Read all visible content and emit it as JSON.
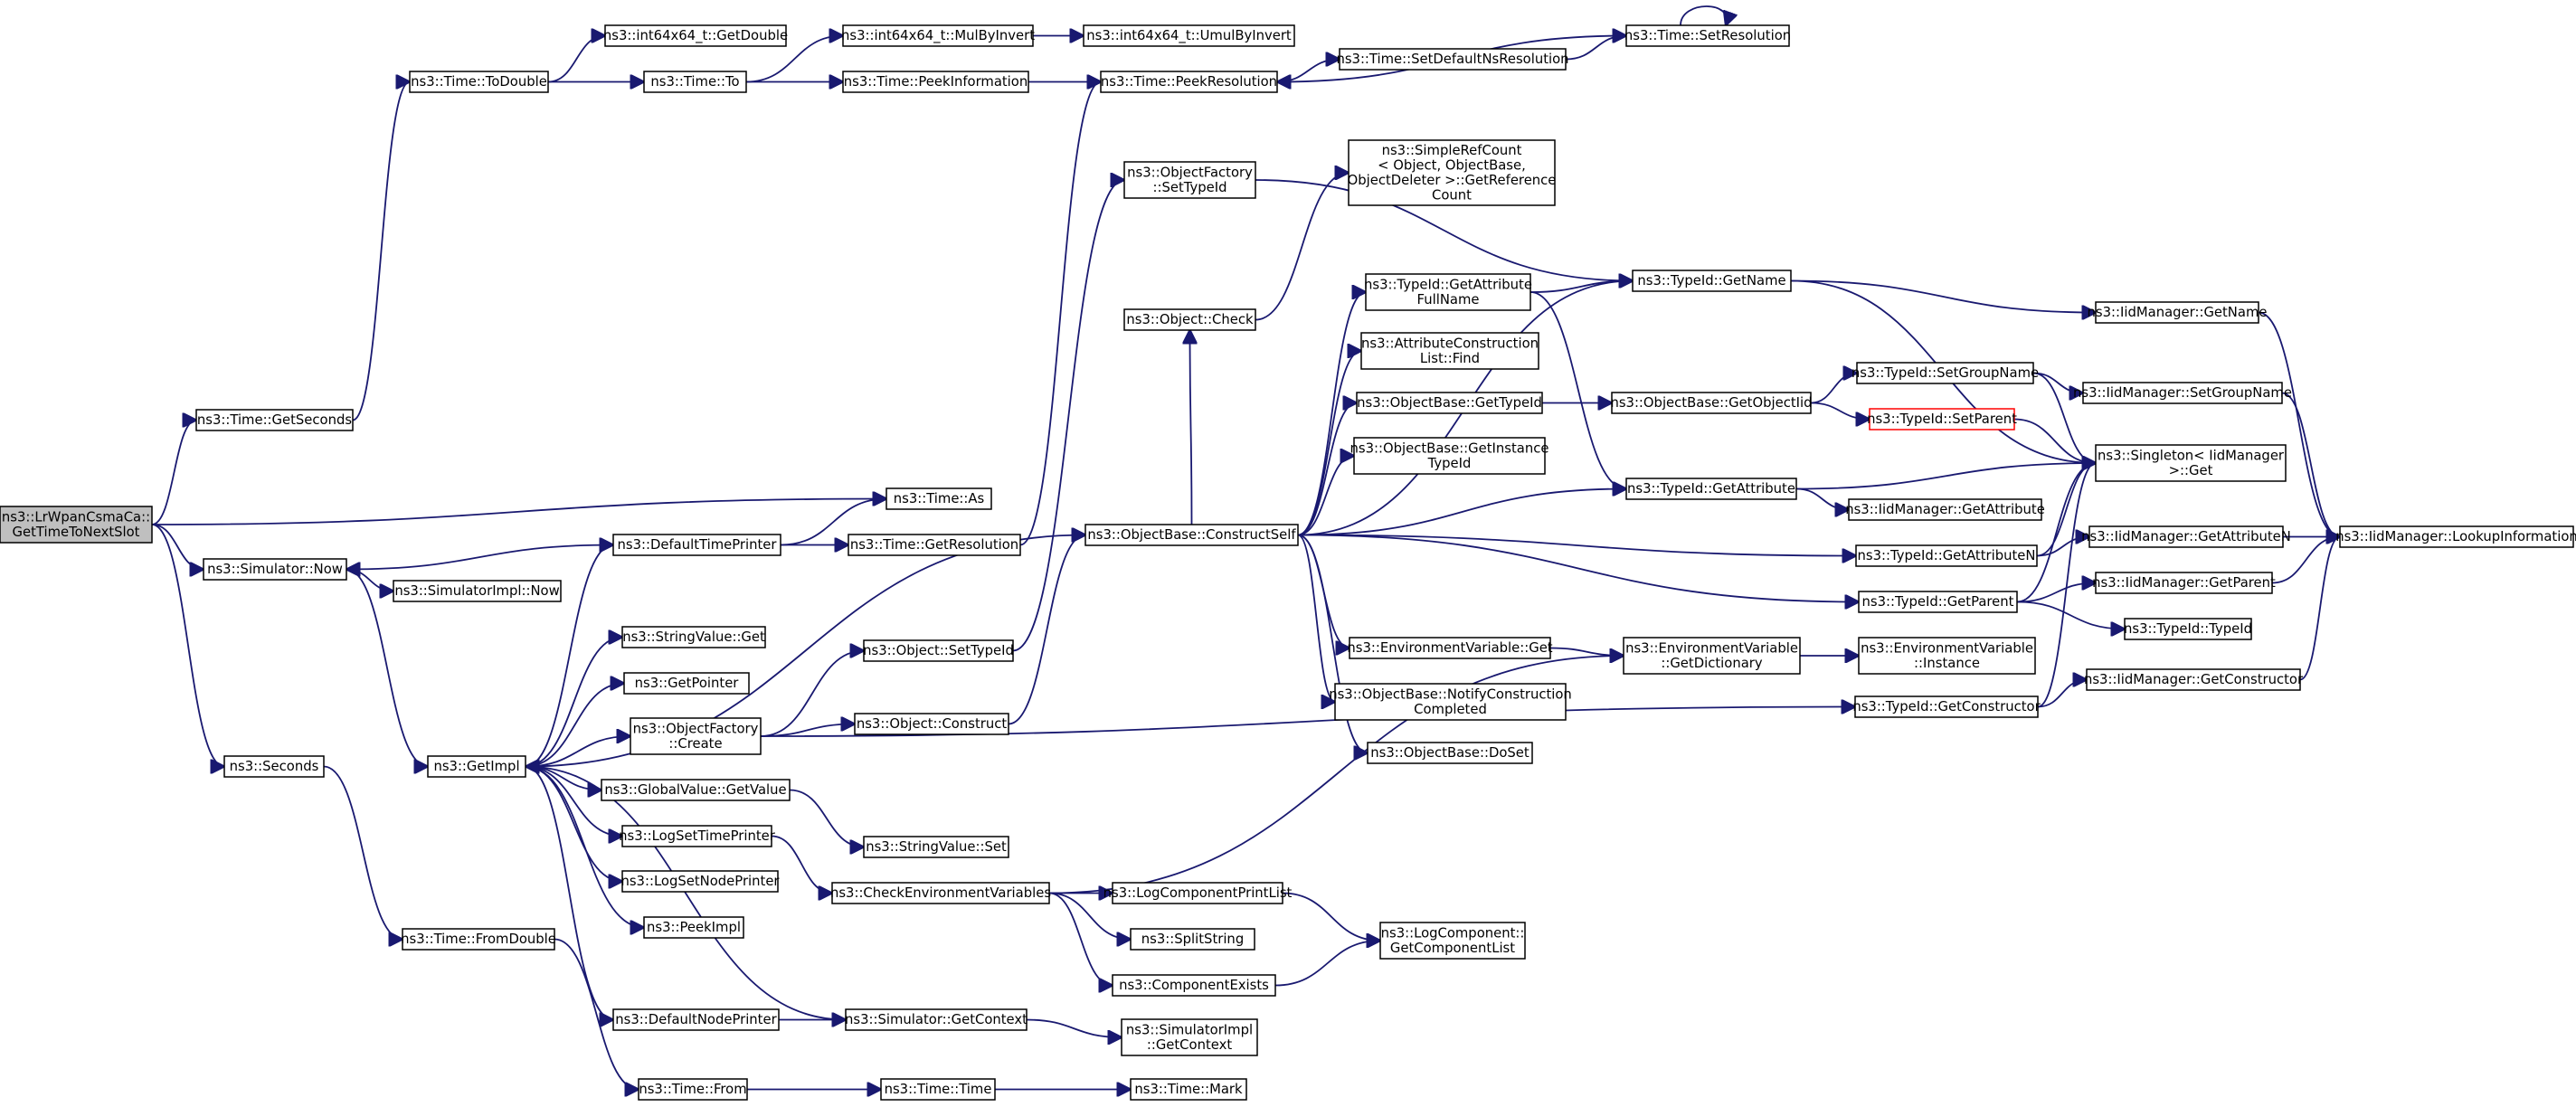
{
  "colors": {
    "edge": "#191970",
    "node_border": "#000000",
    "node_fill": "#ffffff",
    "root_fill": "#bfbfbf",
    "incomplete_border": "#ff0000"
  },
  "nodes": [
    {
      "id": "root",
      "lines": [
        "ns3::LrWpanCsmaCa::",
        "GetTimeToNextSlot"
      ]
    },
    {
      "id": "getSeconds",
      "lines": [
        "ns3::Time::GetSeconds"
      ]
    },
    {
      "id": "simNow",
      "lines": [
        "ns3::Simulator::Now"
      ]
    },
    {
      "id": "seconds",
      "lines": [
        "ns3::Seconds"
      ]
    },
    {
      "id": "toDouble",
      "lines": [
        "ns3::Time::ToDouble"
      ]
    },
    {
      "id": "i64GetDouble",
      "lines": [
        "ns3::int64x64_t::GetDouble"
      ]
    },
    {
      "id": "timeTo",
      "lines": [
        "ns3::Time::To"
      ]
    },
    {
      "id": "mulByInvert",
      "lines": [
        "ns3::int64x64_t::MulByInvert"
      ]
    },
    {
      "id": "umulByInvert",
      "lines": [
        "ns3::int64x64_t::UmulByInvert"
      ]
    },
    {
      "id": "peekInfo",
      "lines": [
        "ns3::Time::PeekInformation"
      ]
    },
    {
      "id": "peekRes",
      "lines": [
        "ns3::Time::PeekResolution"
      ]
    },
    {
      "id": "setDefRes",
      "lines": [
        "ns3::Time::SetDefaultNsResolution"
      ]
    },
    {
      "id": "setRes",
      "lines": [
        "ns3::Time::SetResolution"
      ]
    },
    {
      "id": "timeAs",
      "lines": [
        "ns3::Time::As"
      ]
    },
    {
      "id": "defTimePrinter",
      "lines": [
        "ns3::DefaultTimePrinter"
      ]
    },
    {
      "id": "getRes",
      "lines": [
        "ns3::Time::GetResolution"
      ]
    },
    {
      "id": "simImplNow",
      "lines": [
        "ns3::SimulatorImpl::Now"
      ]
    },
    {
      "id": "getImpl",
      "lines": [
        "ns3::GetImpl"
      ]
    },
    {
      "id": "strValGet",
      "lines": [
        "ns3::StringValue::Get"
      ]
    },
    {
      "id": "getPointer",
      "lines": [
        "ns3::GetPointer"
      ]
    },
    {
      "id": "ofCreate",
      "lines": [
        "ns3::ObjectFactory",
        "::Create"
      ]
    },
    {
      "id": "gvGetValue",
      "lines": [
        "ns3::GlobalValue::GetValue"
      ]
    },
    {
      "id": "logSetTime",
      "lines": [
        "ns3::LogSetTimePrinter"
      ]
    },
    {
      "id": "logSetNode",
      "lines": [
        "ns3::LogSetNodePrinter"
      ]
    },
    {
      "id": "peekImpl",
      "lines": [
        "ns3::PeekImpl"
      ]
    },
    {
      "id": "defNodePrinter",
      "lines": [
        "ns3::DefaultNodePrinter"
      ]
    },
    {
      "id": "fromDouble",
      "lines": [
        "ns3::Time::FromDouble"
      ]
    },
    {
      "id": "timeFrom",
      "lines": [
        "ns3::Time::From"
      ]
    },
    {
      "id": "objSetTypeId",
      "lines": [
        "ns3::Object::SetTypeId"
      ]
    },
    {
      "id": "objConstruct",
      "lines": [
        "ns3::Object::Construct"
      ]
    },
    {
      "id": "strValSet",
      "lines": [
        "ns3::StringValue::Set"
      ]
    },
    {
      "id": "checkEnv",
      "lines": [
        "ns3::CheckEnvironmentVariables"
      ]
    },
    {
      "id": "simGetCtx",
      "lines": [
        "ns3::Simulator::GetContext"
      ]
    },
    {
      "id": "timeTime",
      "lines": [
        "ns3::Time::Time"
      ]
    },
    {
      "id": "ofSetTypeId",
      "lines": [
        "ns3::ObjectFactory",
        "::SetTypeId"
      ]
    },
    {
      "id": "objCheck",
      "lines": [
        "ns3::Object::Check"
      ]
    },
    {
      "id": "constructSelf",
      "lines": [
        "ns3::ObjectBase::ConstructSelf"
      ]
    },
    {
      "id": "logCompPrint",
      "lines": [
        "ns3::LogComponentPrintList"
      ]
    },
    {
      "id": "splitString",
      "lines": [
        "ns3::SplitString"
      ]
    },
    {
      "id": "compExists",
      "lines": [
        "ns3::ComponentExists"
      ]
    },
    {
      "id": "simImplCtx",
      "lines": [
        "ns3::SimulatorImpl",
        "::GetContext"
      ]
    },
    {
      "id": "timeMark",
      "lines": [
        "ns3::Time::Mark"
      ]
    },
    {
      "id": "simpleRef",
      "lines": [
        "ns3::SimpleRefCount",
        "< Object, ObjectBase,",
        "ObjectDeleter >::GetReference",
        "Count"
      ]
    },
    {
      "id": "tidGetAttrFull",
      "lines": [
        "ns3::TypeId::GetAttribute",
        "FullName"
      ]
    },
    {
      "id": "attrConstrFind",
      "lines": [
        "ns3::AttributeConstruction",
        "List::Find"
      ]
    },
    {
      "id": "obGetTypeId",
      "lines": [
        "ns3::ObjectBase::GetTypeId"
      ]
    },
    {
      "id": "obGetInstTid",
      "lines": [
        "ns3::ObjectBase::GetInstance",
        "TypeId"
      ]
    },
    {
      "id": "envGet",
      "lines": [
        "ns3::EnvironmentVariable::Get"
      ]
    },
    {
      "id": "obNotify",
      "lines": [
        "ns3::ObjectBase::NotifyConstruction",
        "Completed"
      ]
    },
    {
      "id": "obDoSet",
      "lines": [
        "ns3::ObjectBase::DoSet"
      ]
    },
    {
      "id": "logCompGetList",
      "lines": [
        "ns3::LogComponent::",
        "GetComponentList"
      ]
    },
    {
      "id": "tidGetName",
      "lines": [
        "ns3::TypeId::GetName"
      ]
    },
    {
      "id": "obGetObjectIid",
      "lines": [
        "ns3::ObjectBase::GetObjectIid"
      ]
    },
    {
      "id": "tidGetAttr",
      "lines": [
        "ns3::TypeId::GetAttribute"
      ]
    },
    {
      "id": "envGetDict",
      "lines": [
        "ns3::EnvironmentVariable",
        "::GetDictionary"
      ]
    },
    {
      "id": "tidSetGroup",
      "lines": [
        "ns3::TypeId::SetGroupName"
      ]
    },
    {
      "id": "tidSetParent",
      "lines": [
        "ns3::TypeId::SetParent"
      ]
    },
    {
      "id": "iidGetAttr",
      "lines": [
        "ns3::IidManager::GetAttribute"
      ]
    },
    {
      "id": "tidGetAttrN",
      "lines": [
        "ns3::TypeId::GetAttributeN"
      ]
    },
    {
      "id": "tidGetParent",
      "lines": [
        "ns3::TypeId::GetParent"
      ]
    },
    {
      "id": "envInstance",
      "lines": [
        "ns3::EnvironmentVariable",
        "::Instance"
      ]
    },
    {
      "id": "tidGetCtor",
      "lines": [
        "ns3::TypeId::GetConstructor"
      ]
    },
    {
      "id": "iidGetName",
      "lines": [
        "ns3::IidManager::GetName"
      ]
    },
    {
      "id": "iidSetGroup",
      "lines": [
        "ns3::IidManager::SetGroupName"
      ]
    },
    {
      "id": "singletonGet",
      "lines": [
        "ns3::Singleton< IidManager",
        ">::Get"
      ]
    },
    {
      "id": "iidGetAttrN",
      "lines": [
        "ns3::IidManager::GetAttributeN"
      ]
    },
    {
      "id": "iidGetParent",
      "lines": [
        "ns3::IidManager::GetParent"
      ]
    },
    {
      "id": "tidTypeId",
      "lines": [
        "ns3::TypeId::TypeId"
      ]
    },
    {
      "id": "iidGetCtor",
      "lines": [
        "ns3::IidManager::GetConstructor"
      ]
    },
    {
      "id": "iidLookup",
      "lines": [
        "ns3::IidManager::LookupInformation"
      ]
    }
  ]
}
